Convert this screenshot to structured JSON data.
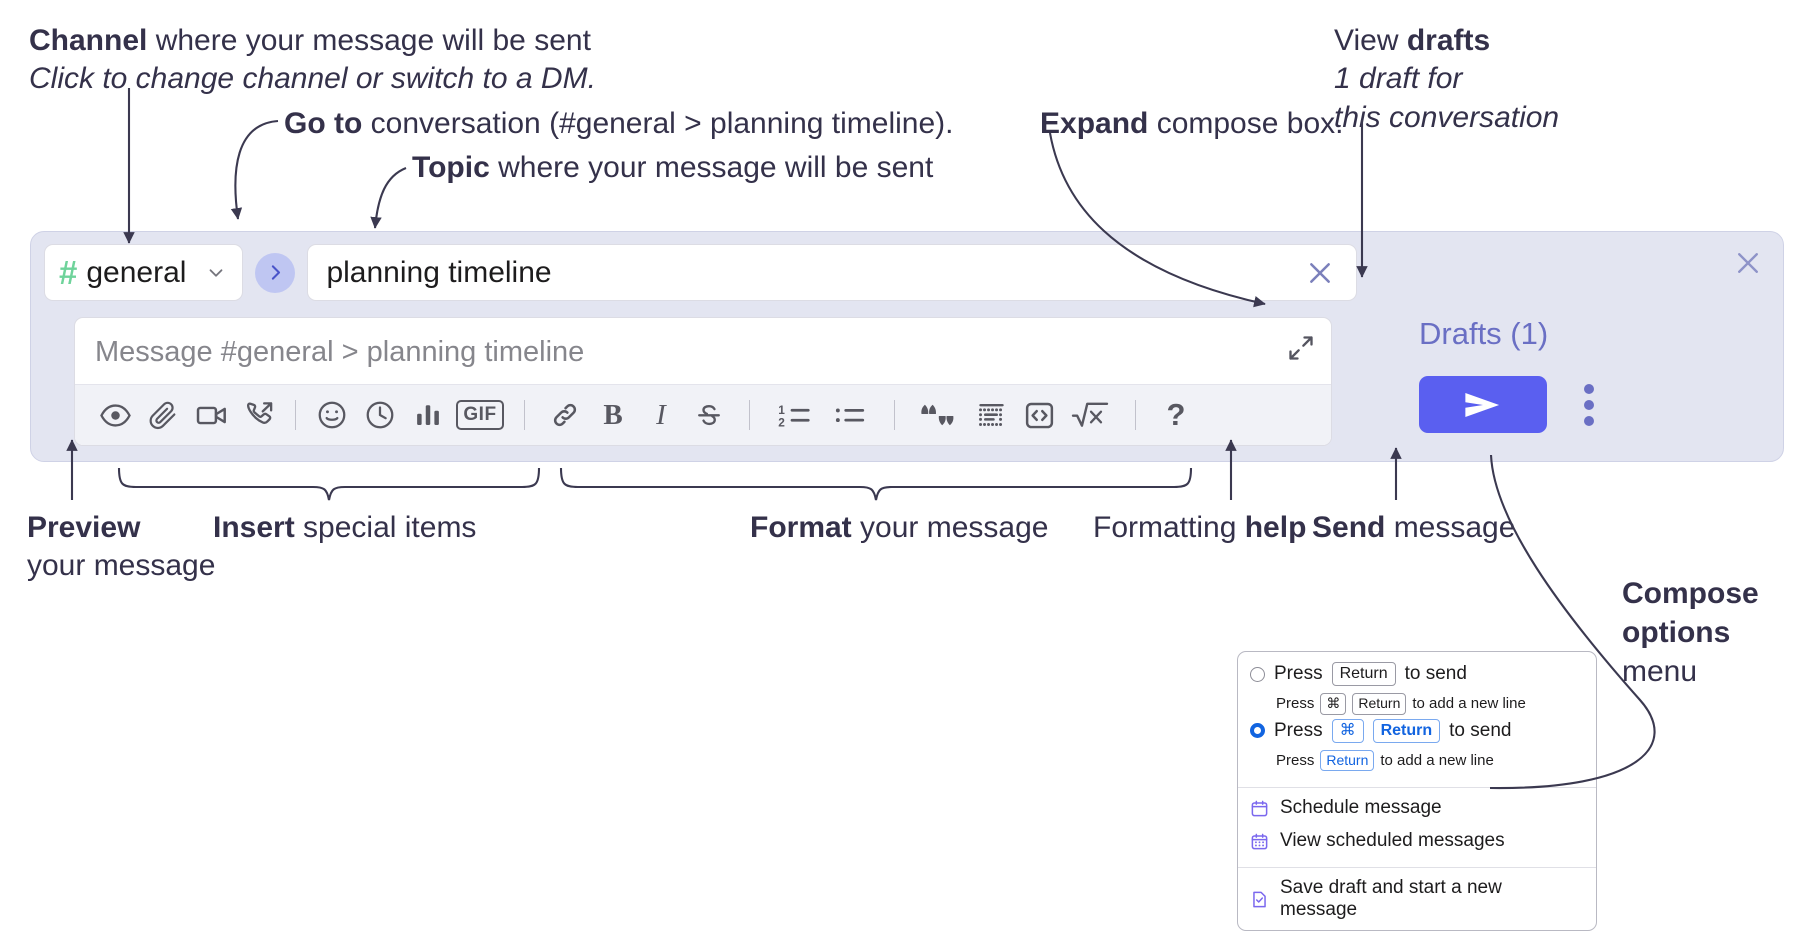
{
  "annotations": {
    "channel": {
      "bold": "Channel",
      "rest": " where your message will be sent",
      "italic": "Click to change channel or switch to a DM."
    },
    "goto": {
      "bold": "Go to",
      "rest": " conversation (#general > planning timeline)."
    },
    "topic": {
      "bold": "Topic",
      "rest": " where your message will be sent"
    },
    "expand": {
      "bold": "Expand",
      "rest": " compose box."
    },
    "drafts": {
      "plain": "View ",
      "bold": "drafts",
      "italic1": "1 draft for",
      "italic2": "this conversation"
    },
    "preview": {
      "bold": "Preview",
      "line2": "your message"
    },
    "insert": {
      "bold": "Insert",
      "rest": " special items"
    },
    "format": {
      "bold": "Format",
      "rest": " your message"
    },
    "help": {
      "plain": "Formatting ",
      "bold": "help"
    },
    "send": {
      "bold": "Send",
      "rest": " message"
    },
    "compose_options": {
      "bold1": "Compose",
      "bold2": "options",
      "plain": "menu"
    }
  },
  "compose": {
    "channel": {
      "hash": "#",
      "name": "general",
      "caret_icon": "chevron-down-icon"
    },
    "goto_icon": "chevron-right-icon",
    "topic": {
      "value": "planning timeline",
      "clear_icon": "close-icon"
    },
    "message": {
      "placeholder": "Message #general > planning timeline",
      "value": ""
    },
    "expand_icon": "expand-icon",
    "panel_close_icon": "close-icon",
    "drafts_label": "Drafts (1)",
    "send_icon": "send-icon",
    "options_icon": "kebab-menu-icon",
    "accent_color": "#5a5ff0",
    "panel_color": "#e3e5f1",
    "hash_color": "#6fd39b",
    "drafts_color": "#6a6fc4"
  },
  "toolbar": {
    "items": [
      {
        "name": "preview-icon",
        "title": "Preview"
      },
      {
        "name": "attachment-icon",
        "title": "Attach file"
      },
      {
        "name": "video-icon",
        "title": "Video clip"
      },
      {
        "name": "audio-call-icon",
        "title": "Audio clip"
      },
      {
        "name": "separator",
        "title": ""
      },
      {
        "name": "emoji-icon",
        "title": "Emoji"
      },
      {
        "name": "reminder-clock-icon",
        "title": "Reminder"
      },
      {
        "name": "poll-chart-icon",
        "title": "Poll"
      },
      {
        "name": "gif-icon",
        "title": "GIF"
      },
      {
        "name": "separator",
        "title": ""
      },
      {
        "name": "link-icon",
        "title": "Link"
      },
      {
        "name": "bold-icon",
        "title": "Bold"
      },
      {
        "name": "italic-icon",
        "title": "Italic"
      },
      {
        "name": "strikethrough-icon",
        "title": "Strikethrough"
      },
      {
        "name": "separator",
        "title": ""
      },
      {
        "name": "ordered-list-icon",
        "title": "Ordered list"
      },
      {
        "name": "bulleted-list-icon",
        "title": "Bulleted list"
      },
      {
        "name": "separator",
        "title": ""
      },
      {
        "name": "blockquote-icon",
        "title": "Blockquote"
      },
      {
        "name": "code-block-icon",
        "title": "Code block"
      },
      {
        "name": "code-icon",
        "title": "Code"
      },
      {
        "name": "math-icon",
        "title": "Math"
      },
      {
        "name": "separator",
        "title": ""
      },
      {
        "name": "help-icon",
        "title": "Formatting help"
      }
    ],
    "gif_label": "GIF",
    "bold_label": "B",
    "italic_label": "I",
    "help_label": "?"
  },
  "options_menu": {
    "option1": {
      "selected": false,
      "press": "Press",
      "key": "Return",
      "to_send": "to send",
      "sub_press": "Press",
      "sub_key1": "⌘",
      "sub_key2": "Return",
      "sub_tail": "to add a new line"
    },
    "option2": {
      "selected": true,
      "press": "Press",
      "key1": "⌘",
      "key2": "Return",
      "to_send": "to send",
      "sub_press": "Press",
      "sub_key": "Return",
      "sub_tail": "to add a new line"
    },
    "items": [
      {
        "icon": "calendar-schedule-icon",
        "label": "Schedule message"
      },
      {
        "icon": "calendar-list-icon",
        "label": "View scheduled messages"
      },
      {
        "icon": "save-draft-icon",
        "label": "Save draft and start a new message"
      }
    ]
  }
}
